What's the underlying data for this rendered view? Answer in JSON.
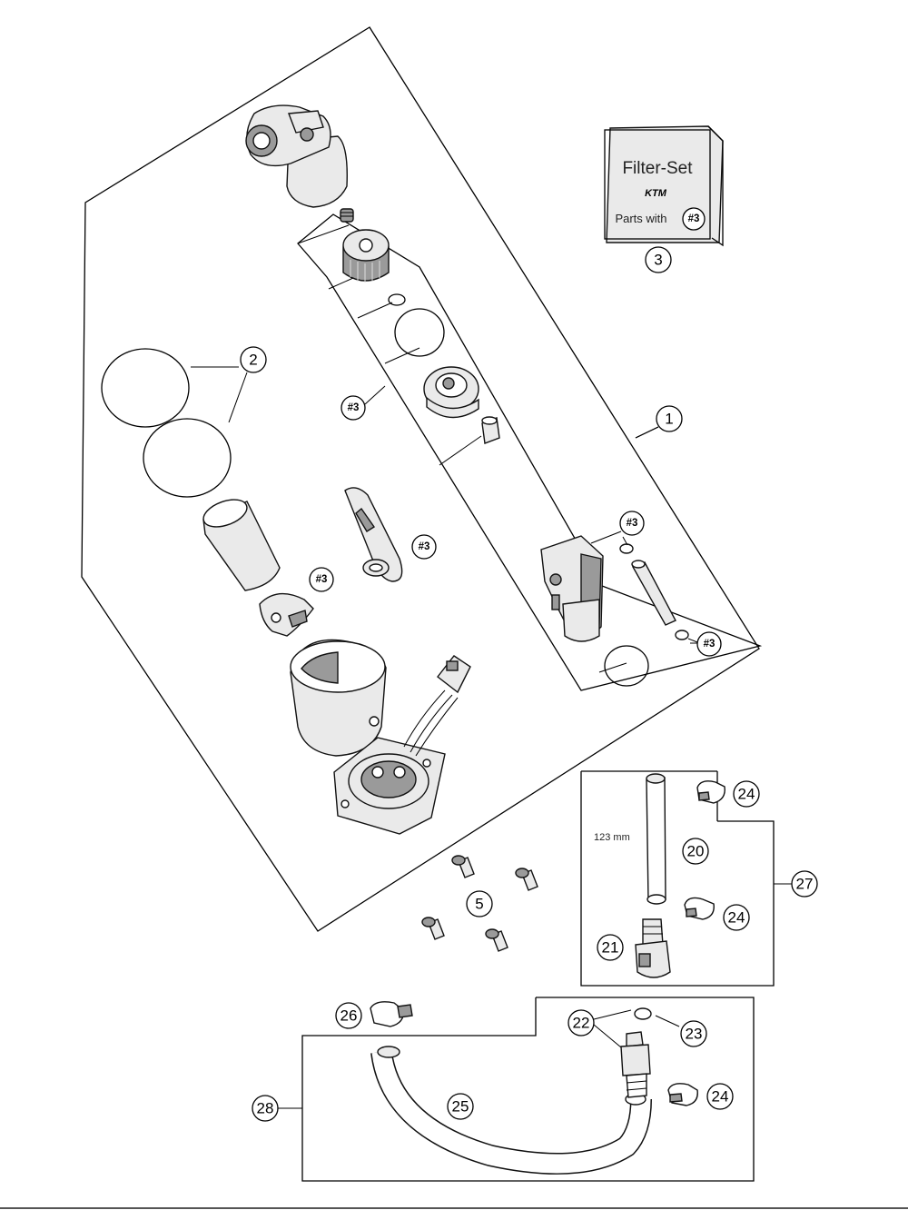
{
  "filter_set_box": {
    "title": "Filter-Set",
    "brand": "KTM",
    "subtitle": "Parts with",
    "ref": "#3"
  },
  "callouts": {
    "c1": "1",
    "c2": "2",
    "c3": "3",
    "c5": "5",
    "c20": "20",
    "c21": "21",
    "c22": "22",
    "c23": "23",
    "c24a": "24",
    "c24b": "24",
    "c24c": "24",
    "c25": "25",
    "c26": "26",
    "c27": "27",
    "c28": "28"
  },
  "filter_refs": {
    "r1": "#3",
    "r2": "#3",
    "r3": "#3",
    "r4": "#3",
    "r5": "#3"
  },
  "hose_length_label": "123 mm",
  "colors": {
    "line": "#000000",
    "part_fill": "#eaeaea",
    "part_dark": "#9a9a9a",
    "background": "#ffffff"
  }
}
